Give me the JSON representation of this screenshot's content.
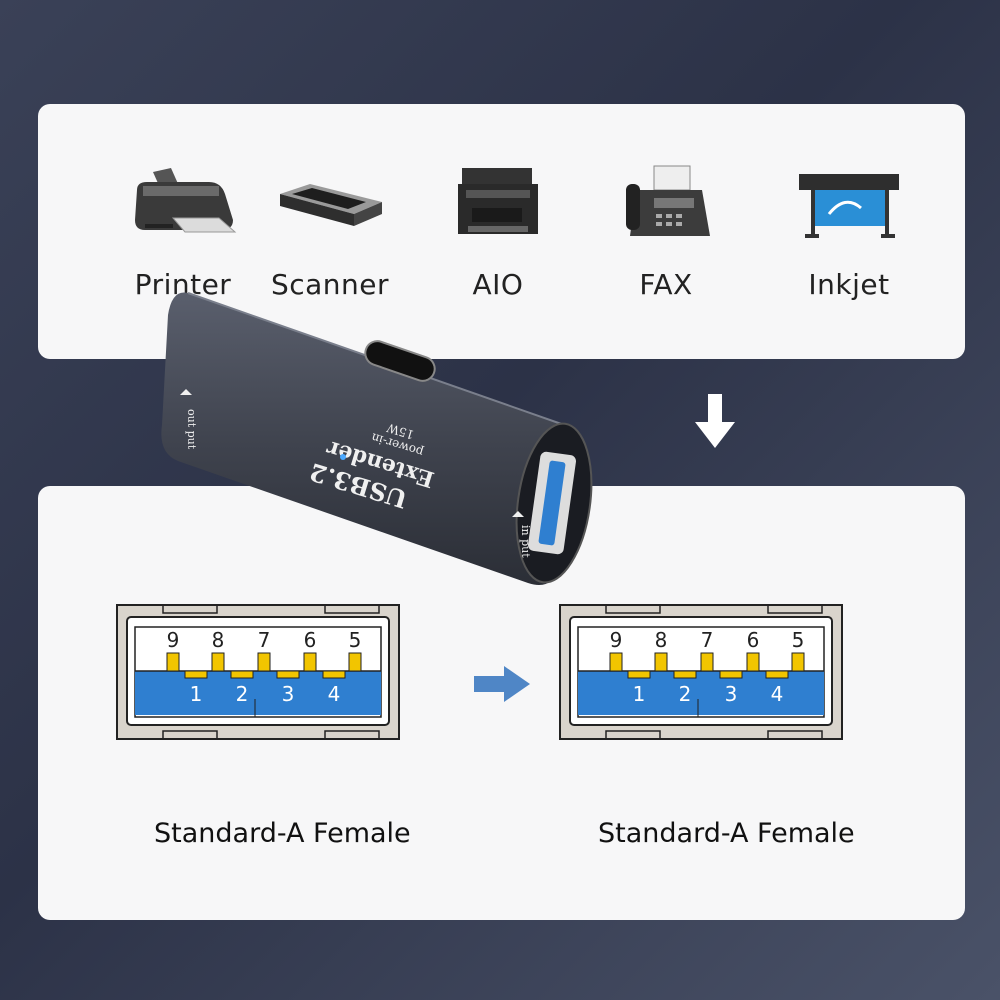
{
  "devices": [
    {
      "label": "Printer",
      "icon": "printer-icon"
    },
    {
      "label": "Scanner",
      "icon": "scanner-icon"
    },
    {
      "label": "AIO",
      "icon": "aio-printer-icon"
    },
    {
      "label": "FAX",
      "icon": "fax-icon"
    },
    {
      "label": "Inkjet",
      "icon": "inkjet-plotter-icon"
    }
  ],
  "extender": {
    "model": "USB3.2",
    "name": "Extender",
    "power_label": "power-in",
    "power_value": "15W",
    "output_label": "out put",
    "input_label": "in put"
  },
  "connectors": [
    {
      "label": "Standard-A Female",
      "pins_top": [
        "9",
        "8",
        "7",
        "6",
        "5"
      ],
      "pins_bottom": [
        "1",
        "2",
        "3",
        "4"
      ]
    },
    {
      "label": "Standard-A Female",
      "pins_top": [
        "9",
        "8",
        "7",
        "6",
        "5"
      ],
      "pins_bottom": [
        "1",
        "2",
        "3",
        "4"
      ]
    }
  ],
  "colors": {
    "accent_blue": "#2f7fd0",
    "pin_gold": "#f2c500",
    "arrow_blue": "#4f86c6"
  }
}
